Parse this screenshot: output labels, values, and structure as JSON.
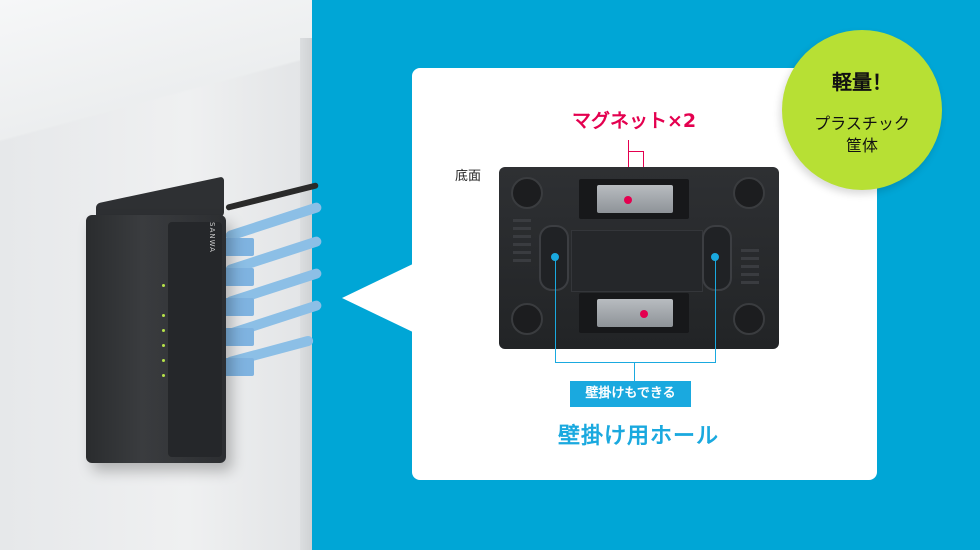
{
  "callout": {
    "badge": {
      "line1": "軽量！",
      "line2": "プラスチック",
      "line3": "筐体",
      "color": "#b7e034"
    },
    "magnet_label": "マグネット×2",
    "bottom_label": "底面",
    "wall_mount_badge": "壁掛けもできる",
    "wall_mount_holes_label": "壁掛け用ホール"
  },
  "product": {
    "brand_text": "SANWA",
    "led_count": 6,
    "cable_count": 5
  },
  "colors": {
    "background": "#00a6d6",
    "magnet_accent": "#e4004f",
    "hole_accent": "#1aa9df"
  }
}
